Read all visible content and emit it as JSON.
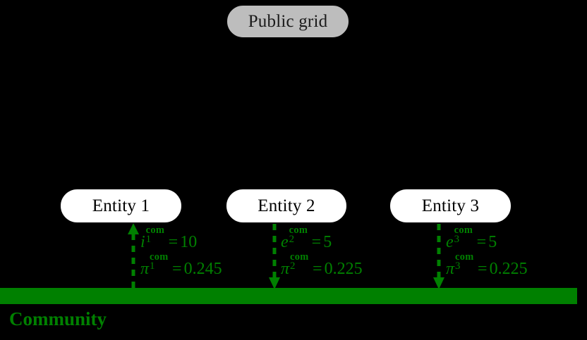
{
  "diagram": {
    "title_hidden": "",
    "background_color": "#000000",
    "accent_green": "#008000",
    "grid_node_color": "#bdbdbd",
    "entity_node_color": "#ffffff"
  },
  "nodes": {
    "public_grid": {
      "label": "Public grid"
    },
    "entities": [
      {
        "label": "Entity 1"
      },
      {
        "label": "Entity 2"
      },
      {
        "label": "Entity 3"
      }
    ]
  },
  "community": {
    "bar_label": "Community",
    "bar_color": "#008000"
  },
  "flows": [
    {
      "entity": "Entity 1",
      "direction": "up",
      "direction_note": "community-to-entity (import)",
      "quantity_symbol": "i",
      "quantity_sub": "1",
      "quantity_sup": "com",
      "quantity_eq": "=",
      "quantity_value": "10",
      "price_symbol": "π",
      "price_sub": "1",
      "price_sup": "com",
      "price_eq": "=",
      "price_value": "0.245",
      "line_1": "i_1^com = 10",
      "line_2": "π_1^com = 0.245"
    },
    {
      "entity": "Entity 2",
      "direction": "down",
      "direction_note": "entity-to-community (export)",
      "quantity_symbol": "e",
      "quantity_sub": "2",
      "quantity_sup": "com",
      "quantity_eq": "=",
      "quantity_value": "5",
      "price_symbol": "π",
      "price_sub": "2",
      "price_sup": "com",
      "price_eq": "=",
      "price_value": "0.225",
      "line_1": "e_2^com = 5",
      "line_2": "π_2^com = 0.225"
    },
    {
      "entity": "Entity 3",
      "direction": "down",
      "direction_note": "entity-to-community (export)",
      "quantity_symbol": "e",
      "quantity_sub": "3",
      "quantity_sup": "com",
      "quantity_eq": "=",
      "quantity_value": "5",
      "price_symbol": "π",
      "price_sub": "3",
      "price_sup": "com",
      "price_eq": "=",
      "price_value": "0.225",
      "line_1": "e_3^com = 5",
      "line_2": "π_3^com = 0.225"
    }
  ]
}
